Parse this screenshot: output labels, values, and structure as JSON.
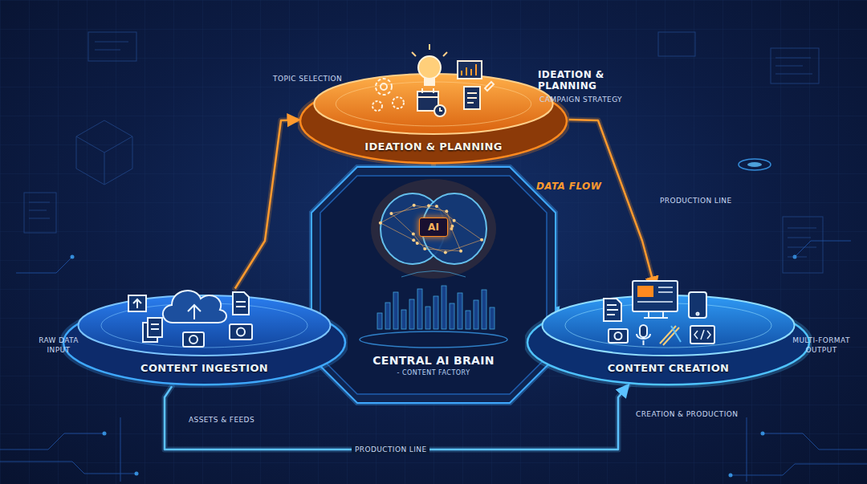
{
  "diagram": {
    "nodes": [
      {
        "text": [
          "IDEATION & PLANNING"
        ]
      },
      {
        "text": [
          "CENTRAL AI BRAIN",
          "- CONTENT FACTORY"
        ]
      },
      {
        "text": [
          "AI"
        ],
        "in": 1
      },
      {
        "text": [
          "CONTENT INGESTION"
        ]
      },
      {
        "text": [
          "CONTENT CREATION"
        ]
      }
    ],
    "edges": [
      {
        "from": 3,
        "to": 0,
        "arrow": "to"
      },
      {
        "from": 0,
        "to": 4,
        "arrow": "to"
      },
      {
        "from": 3,
        "to": 4,
        "label": "PRODUCTION LINE",
        "arrow": "to"
      },
      {
        "from": 1,
        "to": 3,
        "arrow": "to"
      },
      {
        "from": 1,
        "to": 4,
        "arrow": "to"
      }
    ],
    "labels": [
      "TOPIC SELECTION",
      "IDEATION & PLANNING",
      "CAMPAIGN STRATEGY",
      "DATA FLOW",
      "PRODUCTION LINE",
      "RAW DATA INPUT",
      "ASSETS & FEEDS",
      "MULTI-FORMAT OUTPUT",
      "CREATION & PRODUCTION"
    ]
  }
}
